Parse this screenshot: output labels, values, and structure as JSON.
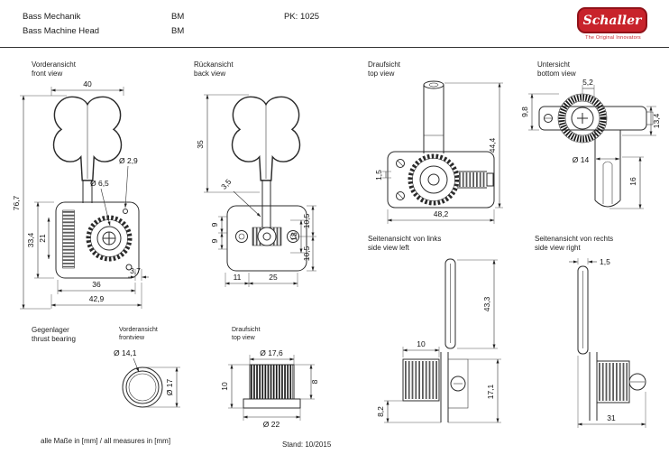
{
  "header": {
    "title_line1": "Bass Mechanik",
    "title_line2": "Bass Machine Head",
    "code_line1": "BM",
    "code_line2": "BM",
    "part_number": "PK: 1025",
    "logo_text": "Schaller",
    "logo_tagline": "The Original Innovators"
  },
  "footer": {
    "units_note": "alle Maße in [mm] / all measures in [mm]",
    "revision": "Stand: 10/2015"
  },
  "views": {
    "front": {
      "label_de": "Vorderansicht",
      "label_en": "front view",
      "dims": {
        "key_width": "40",
        "total_height": "76,7",
        "housing_height": "33,4",
        "gear_height": "21",
        "hole_dia": "Ø 6,5",
        "pin_dia": "Ø 2,9",
        "edge_offset": "3,7",
        "mount_width": "36",
        "total_width": "42,9"
      }
    },
    "back": {
      "label_de": "Rückansicht",
      "label_en": "back view",
      "dims": {
        "key_height": "35",
        "shaft_dia": "3,5",
        "upper_nine": "9",
        "lower_nine": "9",
        "plate_height": "18",
        "upper_half": "10,5",
        "lower_half": "10,5",
        "left_offset": "11",
        "hole_spacing": "25"
      }
    },
    "top": {
      "label_de": "Draufsicht",
      "label_en": "top view",
      "dims": {
        "plate_thickness": "1,5",
        "total_height": "44,4",
        "total_width": "48,2"
      }
    },
    "bottom": {
      "label_de": "Untersicht",
      "label_en": "bottom view",
      "dims": {
        "knob_offset": "5,2",
        "knob_height": "9,8",
        "flange_height": "13,4",
        "post_dia": "Ø 14",
        "post_length": "16"
      }
    },
    "side_left": {
      "label_de": "Seitenansicht von links",
      "label_en": "side view left",
      "dims": {
        "key_length": "43,3",
        "knob_width": "10",
        "lower_height": "8,2",
        "housing_height": "17,1"
      }
    },
    "side_right": {
      "label_de": "Seitenansicht von rechts",
      "label_en": "side view right",
      "dims": {
        "blade_thickness": "1,5",
        "housing_width": "31"
      }
    },
    "bearing": {
      "label_de": "Gegenlager",
      "label_en": "thrust bearing",
      "front": {
        "label_de": "Vorderansicht",
        "label_en": "frontview",
        "dims": {
          "inner_dia": "Ø 14,1",
          "outer_dia": "Ø 17"
        }
      },
      "top": {
        "label_de": "Draufsicht",
        "label_en": "top view",
        "dims": {
          "body_dia": "Ø 17,6",
          "total_height": "10",
          "body_height": "8",
          "flange_dia": "Ø 22"
        }
      }
    }
  }
}
